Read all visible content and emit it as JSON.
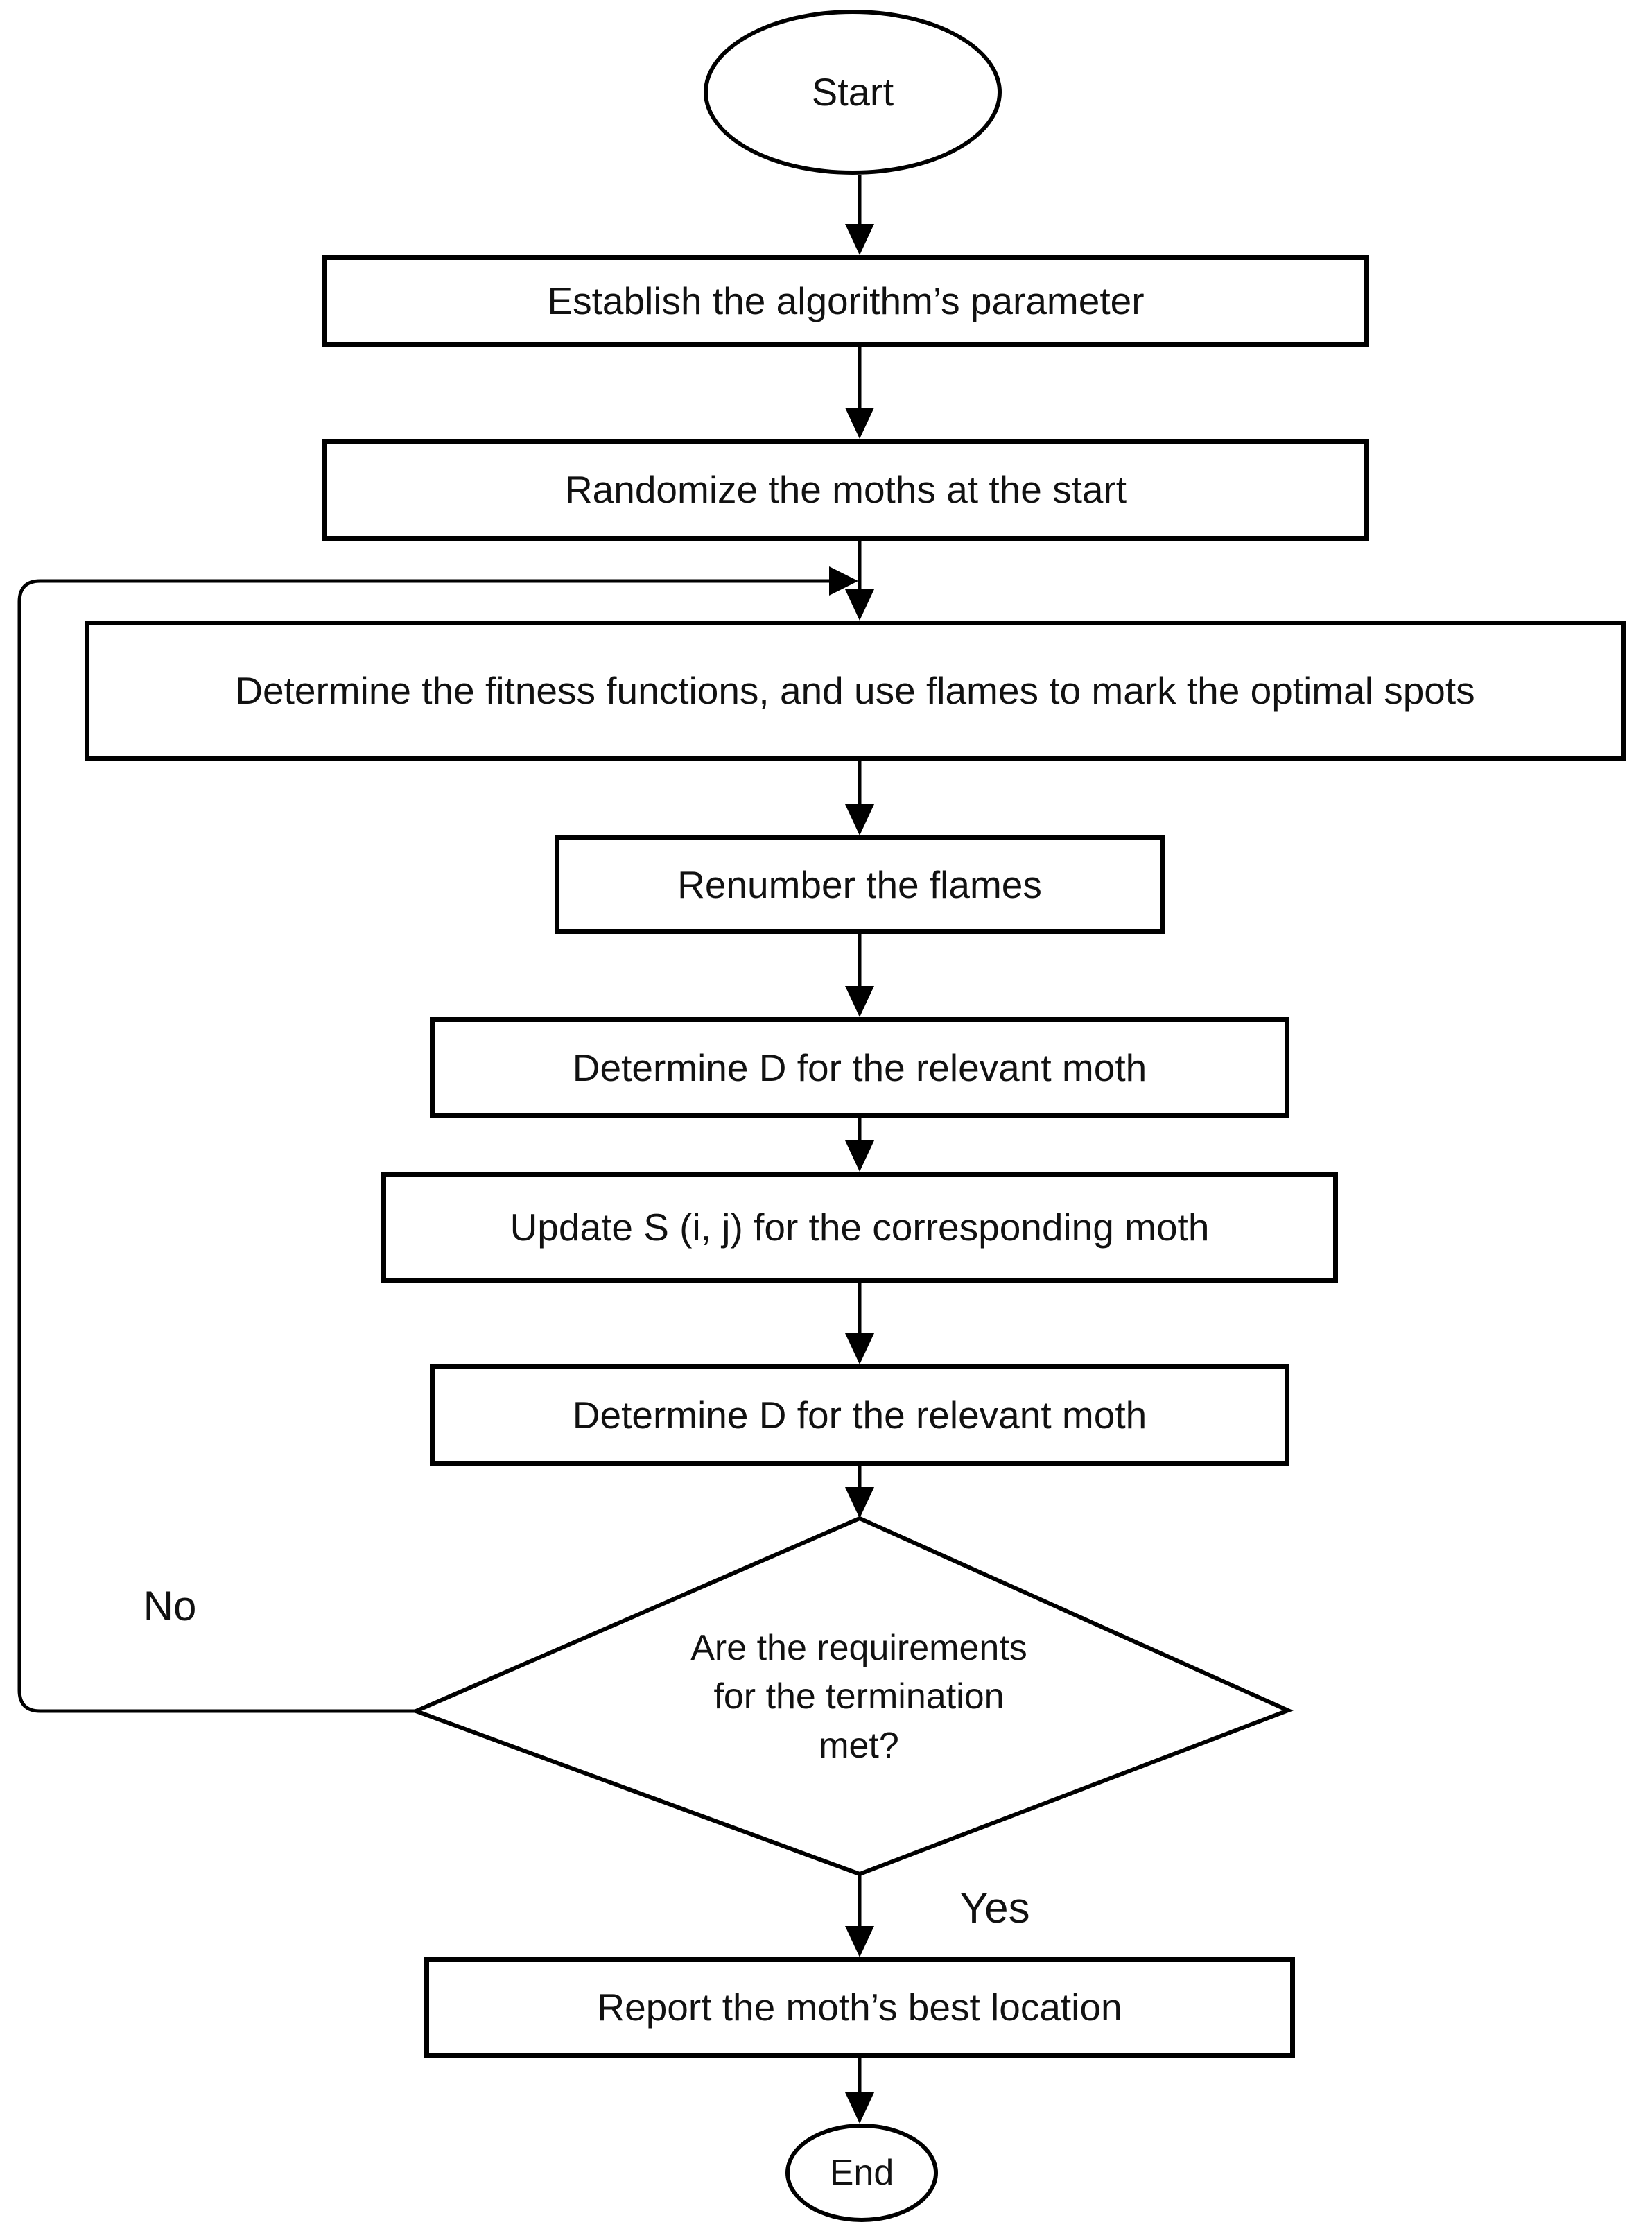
{
  "diagram": {
    "nodes": {
      "start": "Start",
      "establish_parameters": "Establish the algorithm’s parameter",
      "randomize_moths": "Randomize the moths at the start",
      "fitness_flames": "Determine the fitness functions, and use flames to mark the optimal spots",
      "renumber_flames": "Renumber the flames",
      "determine_d_first": "Determine D for the relevant moth",
      "update_s": "Update S (i, j) for the corresponding moth",
      "determine_d_second": "Determine D for the relevant moth",
      "termination_decision": "Are the requirements for the termination met?",
      "report_best_location": "Report the moth’s best location",
      "end": "End"
    },
    "edge_labels": {
      "no": "No",
      "yes": "Yes"
    },
    "colors": {
      "stroke": "#000000",
      "background": "#ffffff",
      "text": "#111111"
    }
  }
}
